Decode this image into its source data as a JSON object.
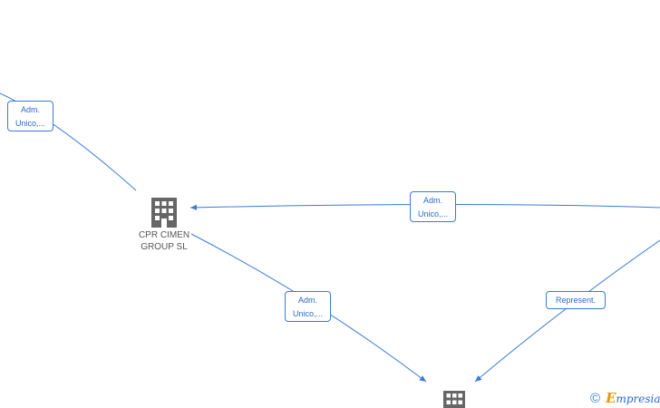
{
  "diagram": {
    "nodes": [
      {
        "id": "cpr-cimen",
        "label": "CPR CIMEN\nGROUP  SL"
      },
      {
        "id": "bottom-company",
        "label": ""
      }
    ],
    "edges": [
      {
        "id": "e1",
        "label": "Adm.\nUnico,..."
      },
      {
        "id": "e2",
        "label": "Adm.\nUnico,..."
      },
      {
        "id": "e3",
        "label": "Adm.\nUnico,..."
      },
      {
        "id": "e4",
        "label": "Represent."
      }
    ]
  },
  "colors": {
    "edge": "#3a7bd5",
    "node": "#666666",
    "brand_accent": "#f29400"
  },
  "footer": {
    "copyright_symbol": "©",
    "brand_initial": "E",
    "brand_rest": "mpresia"
  }
}
